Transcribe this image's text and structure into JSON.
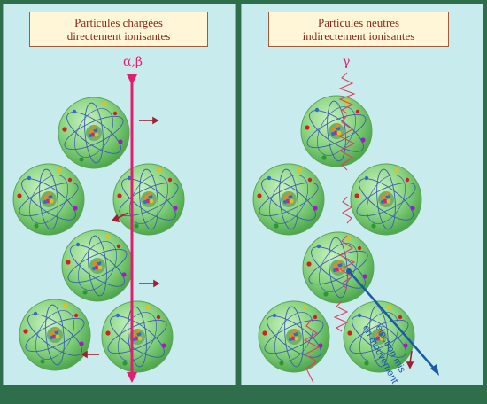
{
  "left_panel": {
    "title_line1": "Particules chargées",
    "title_line2": "directement ionisantes",
    "particle_label": "α,β",
    "beam_color": "#e0206e"
  },
  "right_panel": {
    "title_line1": "Particules neutres",
    "title_line2": "indirectement ionisantes",
    "particle_label": "γ",
    "wave_color": "#e0405e",
    "electron_label_line1": "électron mis",
    "electron_label_line2": "en mouvement",
    "electron_color": "#1b5aa8"
  },
  "colors": {
    "background": "#2f6e4a",
    "panel": "#c8ecee",
    "atom": "#7fd27a",
    "title_text": "#8a2a1a"
  }
}
